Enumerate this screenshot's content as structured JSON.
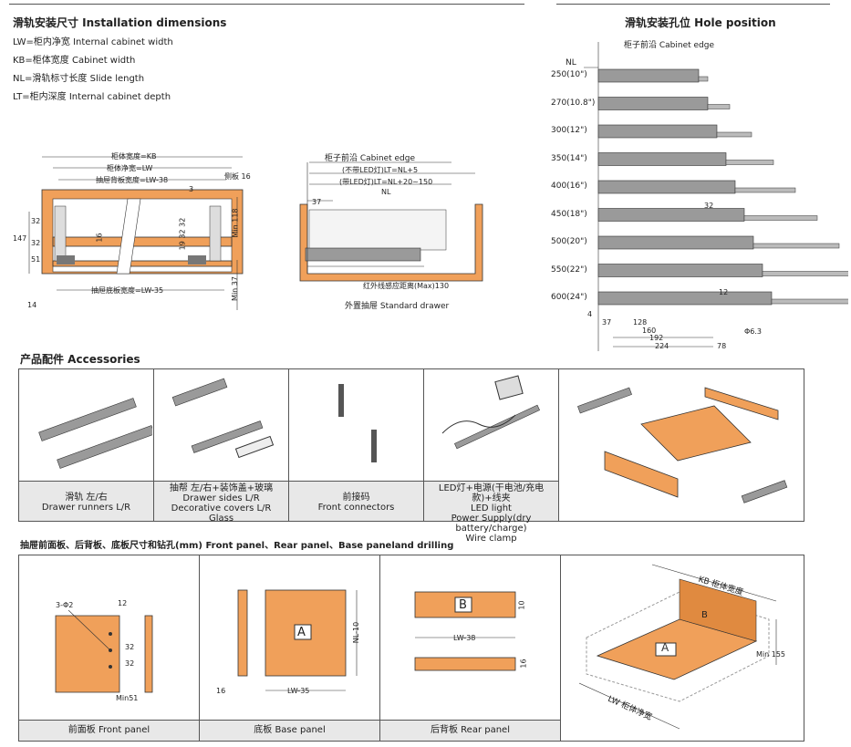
{
  "install": {
    "title": "滑轨安装尺寸 Installation dimensions",
    "defs": [
      "LW=柜内净宽  Internal cabinet width",
      "KB=柜体宽度  Cabinet width",
      "NL=滑轨标寸长度  Slide length",
      "LT=柜内深度  Internal cabinet depth"
    ]
  },
  "front_view": {
    "kb": "柜体宽度=KB",
    "lw": "柜体净宽=LW",
    "rear": "抽屉背板宽度=LW-38",
    "side": "侧板 16",
    "base": "抽屉底板宽度=LW-35",
    "d147": "147",
    "d32a": "32",
    "d32b": "32",
    "d51": "51",
    "d16": "16",
    "d14": "14",
    "d3": "3",
    "d19": "19 32 32",
    "min118": "Min 118",
    "min37": "Min 37"
  },
  "side_view": {
    "edge": "柜子前沿 Cabinet edge",
    "lt1": "(不带LED灯)LT=NL+5",
    "lt2": "(带LED灯)LT=NL+20~150",
    "nl": "NL",
    "d37": "37",
    "ir": "红外线感应距离(Max)130",
    "caption": "外置抽屉 Standard drawer"
  },
  "hole": {
    "title": "滑轨安装孔位 Hole position",
    "edge": "柜子前沿 Cabinet edge",
    "nl": "NL",
    "sizes": [
      "250(10\")",
      "270(10.8\")",
      "300(12\")",
      "350(14\")",
      "400(16\")",
      "450(18\")",
      "500(20\")",
      "550(22\")",
      "600(24\")"
    ],
    "dims": {
      "d37": "37",
      "d128": "128",
      "d160": "160",
      "d192": "192",
      "d224": "224",
      "d78": "78",
      "d4": "4",
      "d32": "32",
      "d12": "12",
      "d63": "Φ6.3"
    }
  },
  "accessories": {
    "title": "产品配件 Accessories",
    "items": [
      {
        "line1": "滑轨  左/右",
        "line2": "Drawer runners  L/R"
      },
      {
        "line1": "抽帮 左/右+装饰盖+玻璃",
        "line2": "Drawer sides  L/R",
        "line3": "Decorative covers  L/R",
        "line4": "Glass"
      },
      {
        "line1": "前接码",
        "line2": "Front connectors"
      },
      {
        "line1": "LED灯+电源(干电池/充电款)+线夹",
        "line2": "LED light",
        "line3": "Power Supply(dry battery/charge)",
        "line4": "Wire clamp"
      }
    ]
  },
  "drilling": {
    "title": "抽屉前面板、后背板、底板尺寸和钻孔(mm)   Front panel、Rear panel、Base paneland drilling",
    "front": {
      "caption": "前面板   Front panel",
      "hole": "3-Φ2",
      "d12": "12",
      "d32a": "32",
      "d32b": "32",
      "min": "Min51"
    },
    "base": {
      "caption": "底板  Base panel",
      "label": "A",
      "nl": "NL-10",
      "lw": "LW-35",
      "d16": "16"
    },
    "rear": {
      "caption": "后背板  Rear panel",
      "label": "B",
      "d10": "10",
      "lw": "LW-38",
      "d16": "16"
    },
    "iso": {
      "kb": "KB 柜体宽度",
      "lw": "LW 柜体净宽",
      "min": "Min 155",
      "a": "A",
      "b": "B"
    }
  }
}
